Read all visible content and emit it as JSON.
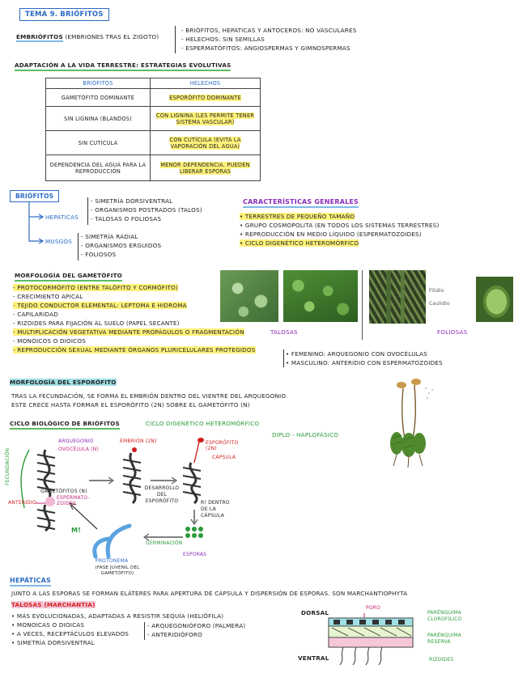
{
  "header": {
    "title": "Tema 9. Briófitos"
  },
  "embriofitos": {
    "label": "Embriófitos",
    "note": "(embriones tras el zigoto)",
    "items": [
      "- Briófitos, hepáticas y antoceros: no vasculares",
      "- Helechos: sin semillas",
      "- Espermatófitos: angiospermas y gimnospermas"
    ]
  },
  "adaptacion": {
    "title": "Adaptación a la vida terrestre: estrategias evolutivas",
    "headers": [
      "Briófitos",
      "Helechos"
    ],
    "rows": [
      [
        "Gametófito dominante",
        "Esporófito dominante"
      ],
      [
        "Sin lignina (blandos)",
        "Con lignina (les permite tener sistema vascular)"
      ],
      [
        "Sin cutícula",
        "Con cutícula (evita la vaporación del agua)"
      ],
      [
        "Dependencia del agua para la reproducción",
        "Menor dependencia. Pueden liberar esporas"
      ]
    ]
  },
  "briofitos": {
    "label": "Briófitos",
    "hepaticas": {
      "label": "Hepáticas",
      "items": [
        "- Simetría dorsiventral",
        "- Organismos postrados (talos)",
        "- Talosas o foliosas"
      ]
    },
    "musgos": {
      "label": "Musgos",
      "items": [
        "- Simetría radial",
        "- Organismos erguidos",
        "- Foliosos"
      ]
    }
  },
  "caracteristicas": {
    "title": "Características generales",
    "items": [
      "• Terrestres de pequeño tamaño",
      "• Grupo cosmopolita (en todos los sistemas terrestres)",
      "• Reproducción en medio líquido (espermatozoides)",
      "• Ciclo digenético heteromórfico"
    ]
  },
  "morfologia_gametofito": {
    "title": "Morfología del gametófito",
    "items": [
      "- Protocormófito (entre talófito y cormófito)",
      "- Crecimiento apical",
      "- Tejido conductor elemental: leptoma e hidroma",
      "- Capilaridad",
      "- Rizoides para fijación al suelo (papel secante)",
      "- Multiplicación vegetativa mediante propágulos o fragmentación",
      "- Monoicos o dioicos",
      "- Reproducción sexual mediante órganos pluricelulares protegidos"
    ],
    "sexual": [
      "• Femenino: arquegonio con ovocélulas",
      "• Masculino: anteridio con espermatozoides"
    ],
    "photo_labels": {
      "talosas": "Talosas",
      "foliosas": "Foliosas",
      "filidio": "Filidio",
      "caulidio": "Caulidio"
    }
  },
  "morfologia_esporofito": {
    "title": "Morfología del esporófito",
    "text": [
      "Tras la fecundación, se forma el embrión dentro del vientre del arquegonio.",
      "Este crece hasta formar el esporófito (2n) sobre el gametófito (n)"
    ]
  },
  "ciclo": {
    "title": "Ciclo biológico de briófitos",
    "subtitle": "Ciclo digenético heteromórfico",
    "diplo": "Diplo - haplofásico",
    "labels": {
      "arquegonio": "Arquegonio",
      "ovocelula": "Ovocélula (n)",
      "embrion": "Embrión (2n)",
      "esporofito": "Esporófito (2n)",
      "capsula": "Cápsula",
      "fecundacion": "Fecundación",
      "gametofitos": "Gametófitos (n)",
      "espermatozoides": "Espermato-zoides",
      "anteridio": "Anteridio",
      "desarrollo": "Desarrollo del esporófito",
      "ri": "R! dentro de la cápsula",
      "m": "M!",
      "germinacion": "Germinación",
      "esporas": "Esporas",
      "protonema": "Protonema",
      "protonema_note": "(fase juvenil del gametófito)"
    }
  },
  "hepaticas": {
    "title": "Hepáticas",
    "intro": "Junto a las esporas se forman eláteres para apertura de cápsula y dispersión de esporas. Son Marchantiophyta",
    "talosas_title": "Talosas (Marchantia)",
    "items": [
      "• Más evolucionadas, adaptadas a resistir sequía (heliófila)",
      "• Monoicas o dioicas",
      "• A veces, receptáculos elevados",
      "• Simetría dorsiventral"
    ],
    "receptaculos": [
      "- Arquegonióforo (palmera)",
      "- Anteridióforo"
    ],
    "diagram": {
      "dorsal": "Dorsal",
      "ventral": "Ventral",
      "poro": "Poro",
      "parenquima_clorofilico": "Parénquima clorofílico",
      "parenquima_reserva": "Parénquima reserva",
      "rizoides": "Rizoides"
    }
  }
}
